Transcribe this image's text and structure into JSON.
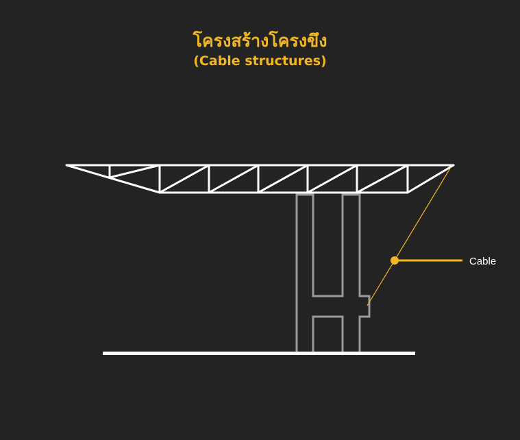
{
  "header": {
    "title": "โครงสร้างโครงขึง",
    "subtitle": "(Cable structures)"
  },
  "diagram": {
    "callout_label": "Cable",
    "colors": {
      "background": "#232323",
      "accent": "#f2b824",
      "truss": "#ffffff",
      "column": "#9a9a9a",
      "ground": "#ffffff"
    }
  }
}
